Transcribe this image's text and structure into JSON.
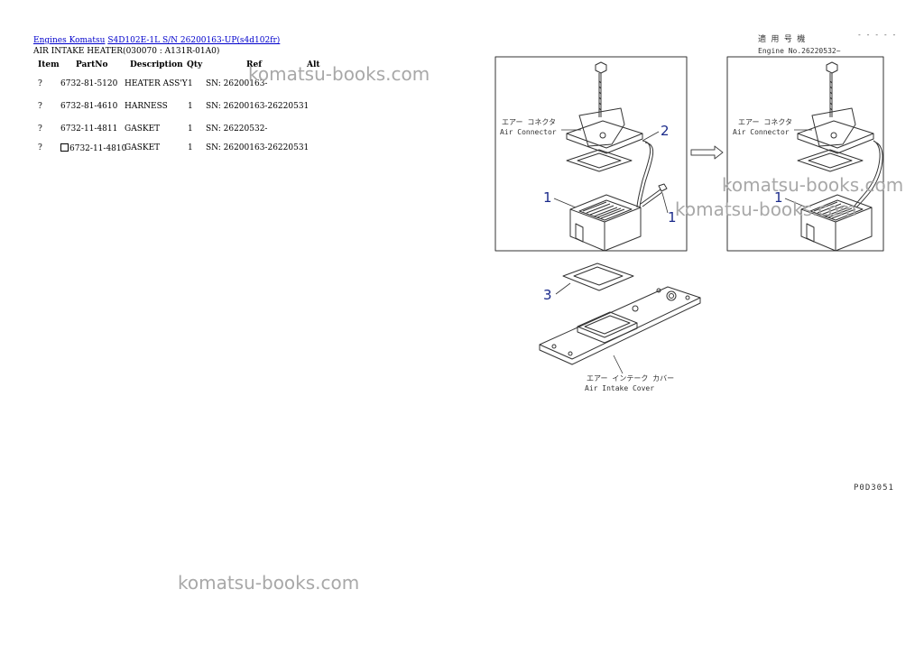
{
  "breadcrumb": {
    "link1": "Engines Komatsu",
    "link2": "S4D102E-1L S/N 26200163-UP(s4d102fr)"
  },
  "subtitle": "AIR INTAKE HEATER(030070 : A131R-01A0)",
  "table": {
    "headers": {
      "item": "Item",
      "partno": "PartNo",
      "description": "Description",
      "qty": "Qty",
      "ref": "Ref",
      "alt": "Alt"
    },
    "rows": [
      {
        "item": "?",
        "partno": "6732-81-5120",
        "description": "HEATER ASS'Y",
        "qty": "1",
        "ref": "SN: 26200163-"
      },
      {
        "item": "?",
        "partno": "6732-81-4610",
        "description": "HARNESS",
        "qty": "1",
        "ref": "SN: 26200163-26220531"
      },
      {
        "item": "?",
        "partno": "6732-11-4811",
        "description": "GASKET",
        "qty": "1",
        "ref": "SN: 26220532-"
      },
      {
        "item": "?",
        "partno": "6732-11-4810",
        "description": "GASKET",
        "qty": "1",
        "ref": "SN: 26200163-26220531"
      }
    ]
  },
  "watermark": "komatsu-books.com",
  "diagram": {
    "top_right_code": "- - - - -",
    "jp_label_top": "適 用 号 機",
    "engine_no": "Engine No.26220532~",
    "jp_air_connector": "エアー コネクタ",
    "air_connector": "Air Connector",
    "jp_air_intake_cover": "エアー インテーク カバー",
    "air_intake_cover": "Air Intake Cover",
    "callouts": [
      "1",
      "2",
      "1",
      "3",
      "1"
    ],
    "ref_code": "P0D3051"
  },
  "colors": {
    "link": "#0000cc",
    "callout": "#1a2a8a",
    "watermark": "#a8a8a8"
  }
}
